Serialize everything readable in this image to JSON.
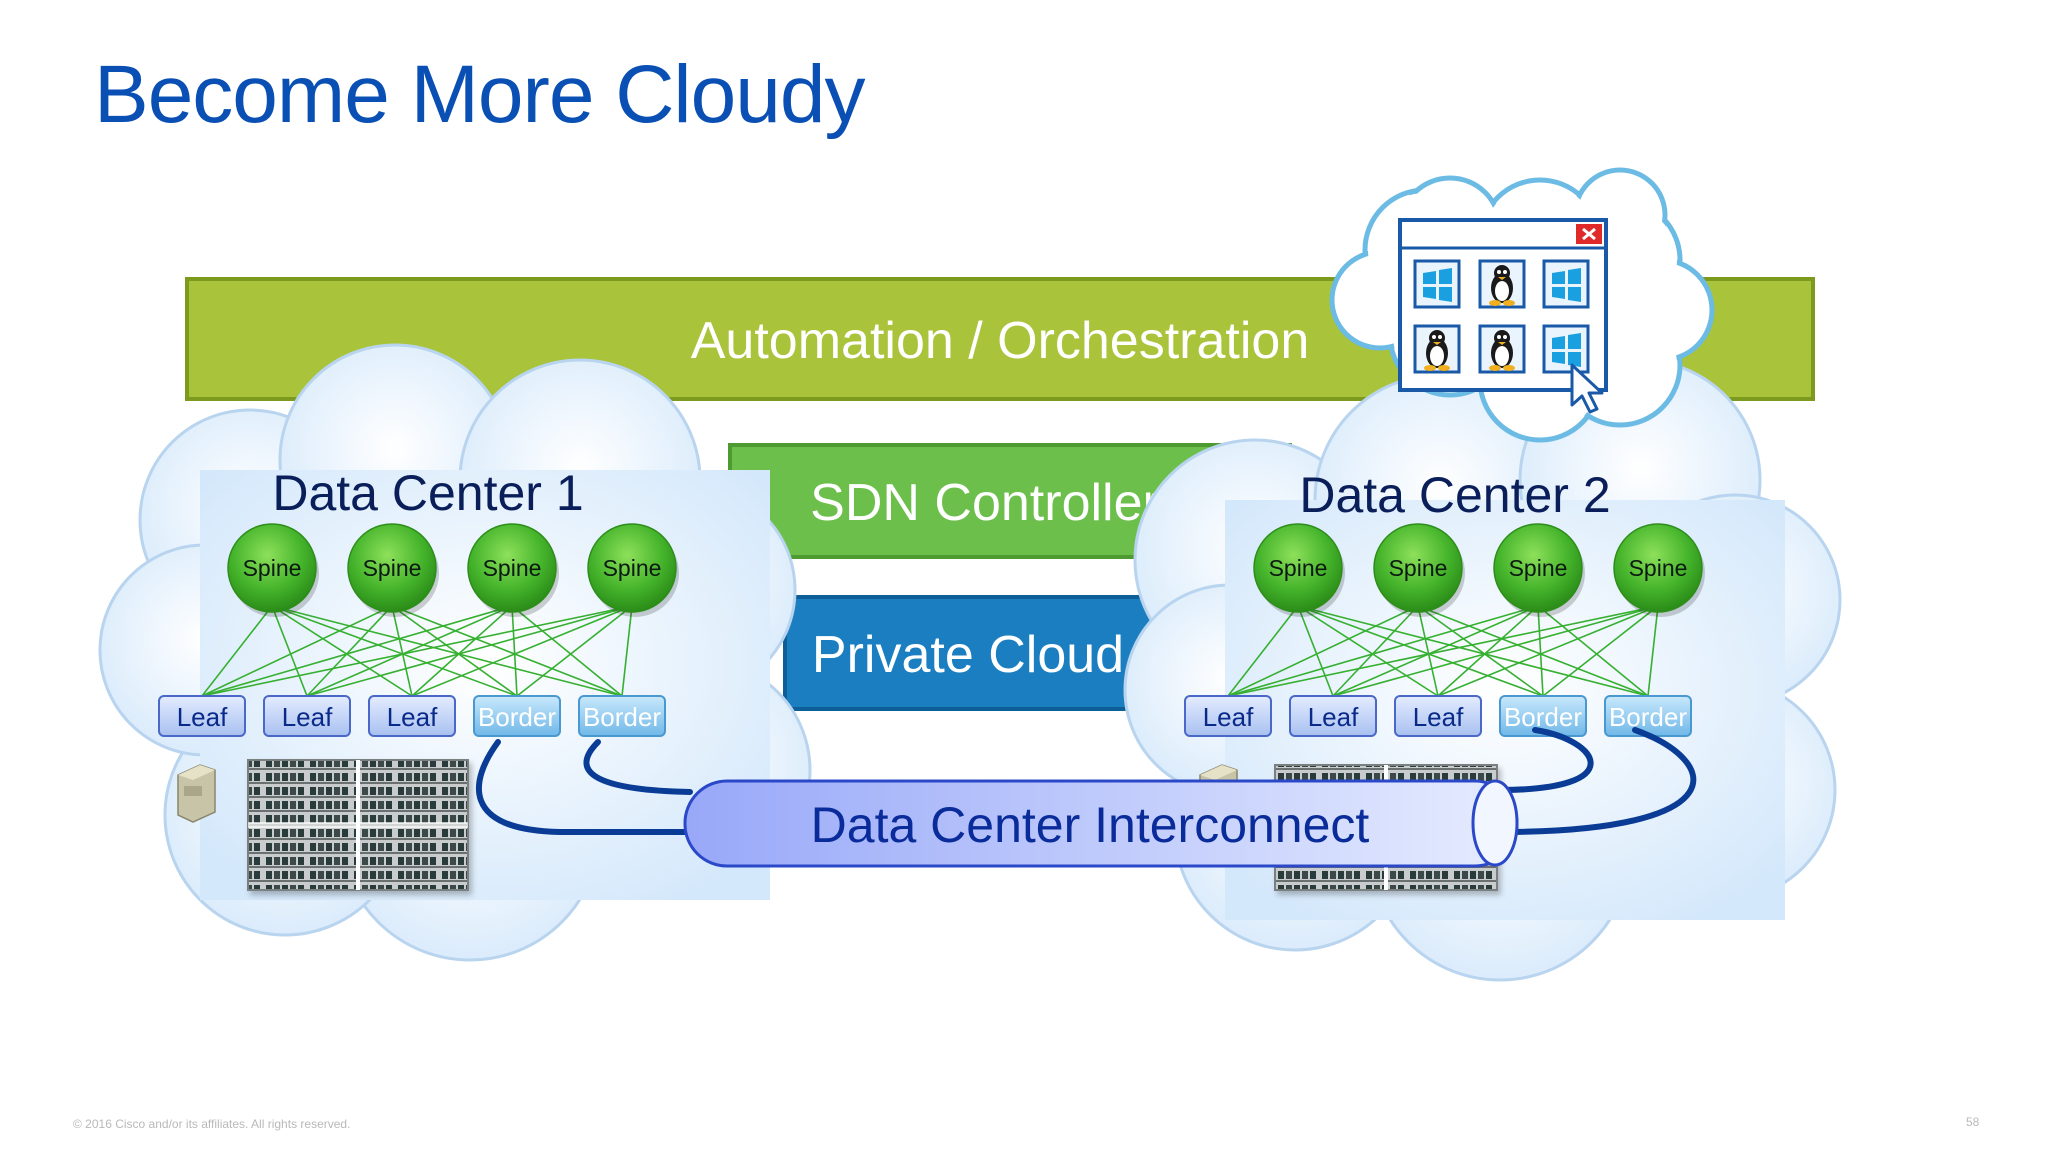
{
  "slide": {
    "title": "Become More Cloudy",
    "footer": "© 2016 Cisco and/or its affiliates. All rights reserved.",
    "page_number": "58"
  },
  "layers": {
    "automation": "Automation / Orchestration",
    "sdn": "SDN Controller",
    "private_cloud": "Private Cloud",
    "interconnect": "Data Center Interconnect"
  },
  "datacenters": [
    {
      "name": "Data Center 1",
      "spines": [
        "Spine",
        "Spine",
        "Spine",
        "Spine"
      ],
      "leaves": [
        "Leaf",
        "Leaf",
        "Leaf",
        "Border",
        "Border"
      ]
    },
    {
      "name": "Data Center 2",
      "spines": [
        "Spine",
        "Spine",
        "Spine",
        "Spine"
      ],
      "leaves": [
        "Leaf",
        "Leaf",
        "Leaf",
        "Border",
        "Border"
      ]
    }
  ],
  "colors": {
    "title": "#0a50b4",
    "automation_bar": "#a9c33a",
    "sdn_bar": "#6dbf4b",
    "private_cloud_bar": "#1a7ec0",
    "spine": "#4cb834",
    "leaf": "#c8d8f8",
    "border_node": "#9ed0f0",
    "cloud_fill": "#dfeefc",
    "cable": "#0a3c96"
  },
  "icons": [
    "windows-icon",
    "linux-tux-icon",
    "close-icon",
    "mouse-cursor-icon",
    "server-tower-icon",
    "server-rack-icon"
  ]
}
